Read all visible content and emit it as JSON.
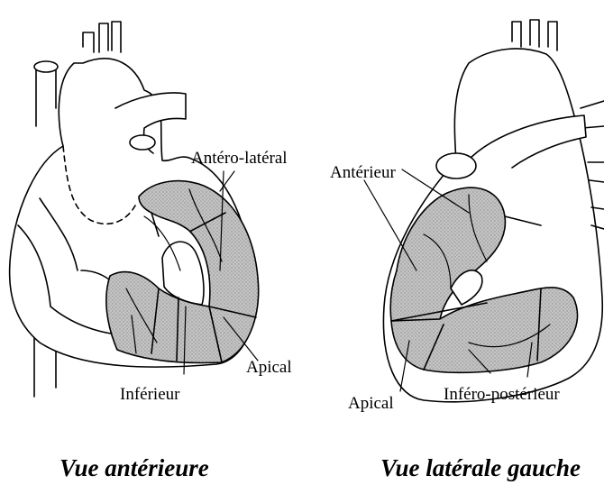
{
  "left_view": {
    "caption": "Vue antérieure",
    "labels": {
      "antero_lateral": "Antéro-latéral",
      "apical": "Apical",
      "inferieur": "Inférieur"
    }
  },
  "right_view": {
    "caption": "Vue latérale gauche",
    "labels": {
      "anterieur": "Antérieur",
      "apical": "Apical",
      "infero_posterieur": "Inféro-postérieur"
    }
  },
  "colors": {
    "outline": "#000000",
    "segment_fill": "#b9b9b9",
    "background": "#ffffff"
  }
}
